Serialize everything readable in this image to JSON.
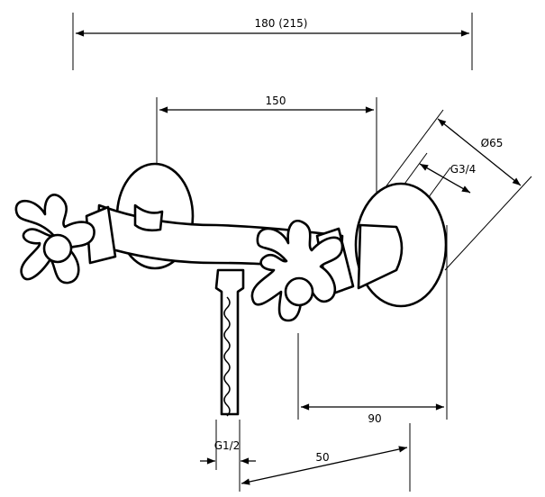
{
  "dimensions": {
    "overall_width": "180 (215)",
    "handle_spacing": "150",
    "flange_diameter": "Ø65",
    "wall_thread": "G3/4",
    "projection": "90",
    "outlet_thread": "G1/2",
    "outlet_offset": "50"
  }
}
